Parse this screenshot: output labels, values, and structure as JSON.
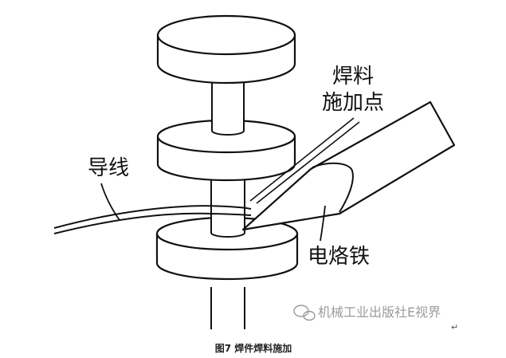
{
  "labels": {
    "solder_line1": "焊料",
    "solder_line2": "施加点",
    "wire": "导线",
    "iron": "电烙铁"
  },
  "watermark": {
    "text": "机械工业出版社E视界",
    "icon": "wechat-icon"
  },
  "caption": "图7 焊件焊料施加",
  "paragraph_mark": "↵",
  "colors": {
    "stroke": "#111111",
    "watermark": "#9a9a9a"
  }
}
